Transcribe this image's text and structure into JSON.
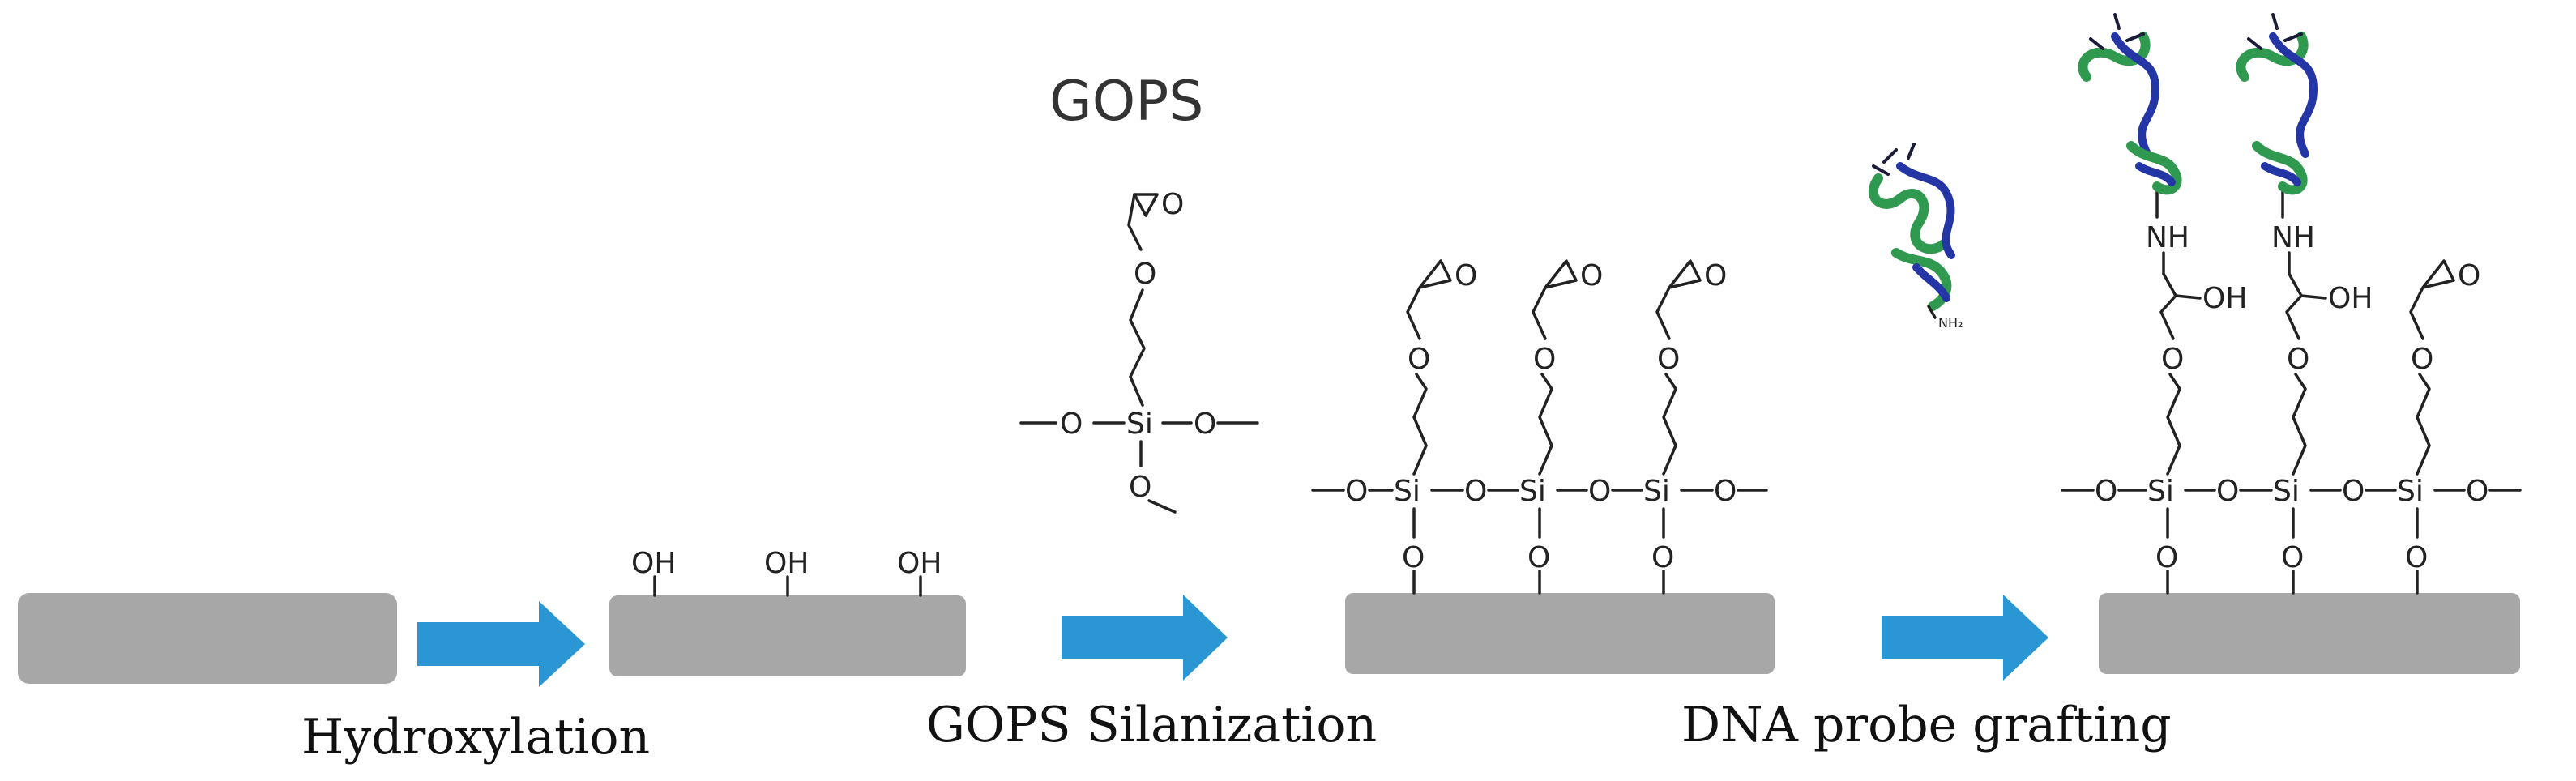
{
  "title": "GOPS",
  "steps": [
    {
      "label": "Hydroxylation"
    },
    {
      "label": "GOPS Silanization"
    },
    {
      "label": "DNA probe grafting"
    }
  ],
  "atoms": {
    "oh": "OH",
    "o": "O",
    "si": "Si",
    "nh": "NH",
    "nh2": "NH₂"
  },
  "colors": {
    "substrate": "#a7a7a7",
    "arrow": "#2a97d4",
    "dna_backbone": "#2f9a4f",
    "dna_strand": "#2436a6"
  }
}
